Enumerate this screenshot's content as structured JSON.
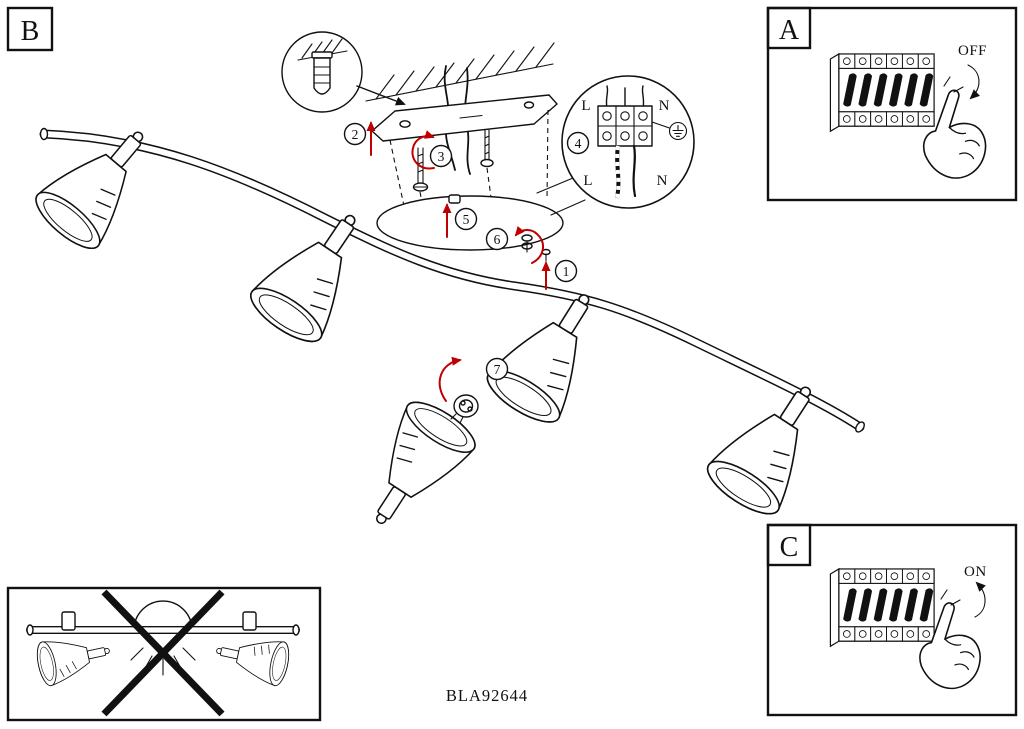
{
  "document": {
    "code": "BLA92644"
  },
  "sections": {
    "b": "B",
    "a": "A",
    "c": "C"
  },
  "breaker_panel": {
    "off": "OFF",
    "on": "ON"
  },
  "terminal_diagram": {
    "l_top": "L",
    "n_top": "N",
    "l_bottom": "L",
    "n_bottom": "N"
  },
  "steps": {
    "s1": "1",
    "s2": "2",
    "s3": "3",
    "s4": "4",
    "s5": "5",
    "s6": "6",
    "s7": "7"
  }
}
